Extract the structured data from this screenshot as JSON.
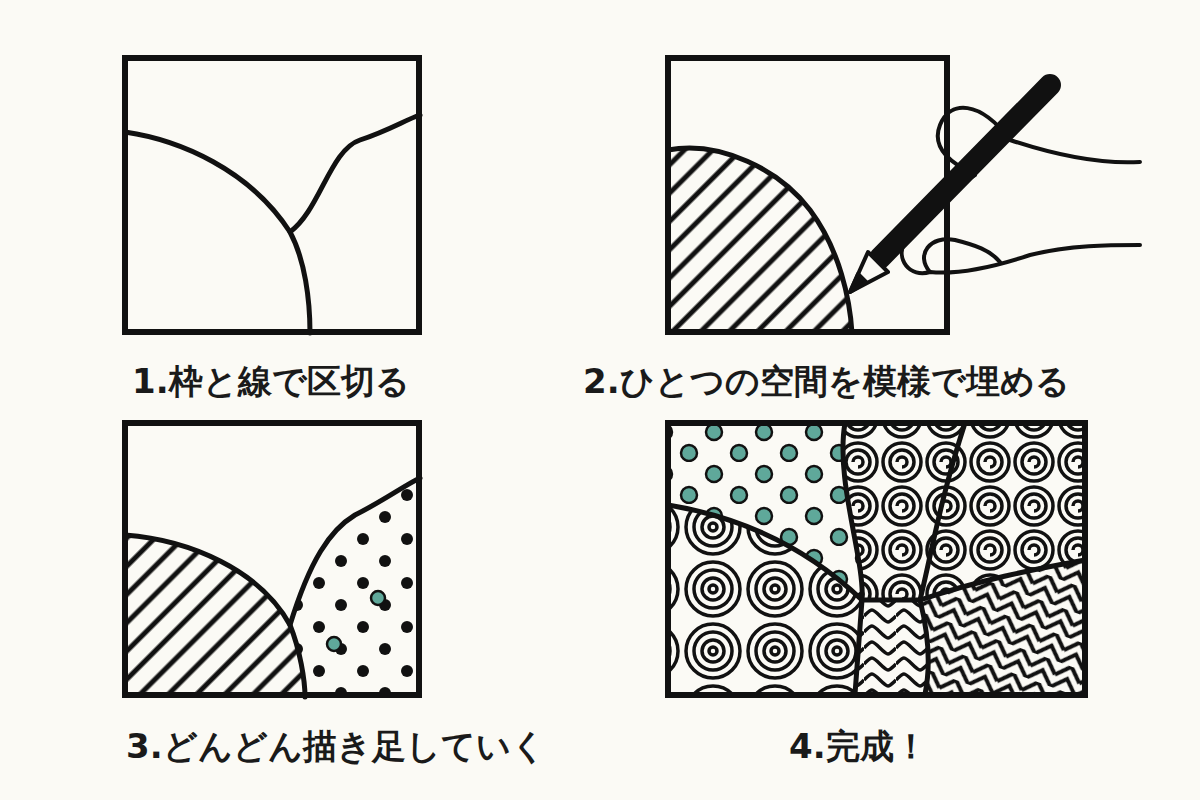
{
  "diagram": {
    "nodes": [
      {
        "text": [
          "1.枠と線で区切る"
        ]
      },
      {
        "text": [
          "2.ひとつの空間を模様で埋める"
        ]
      },
      {
        "text": [
          "3.どんどん描き足していく"
        ]
      },
      {
        "text": [
          "4.完成！"
        ]
      }
    ]
  }
}
